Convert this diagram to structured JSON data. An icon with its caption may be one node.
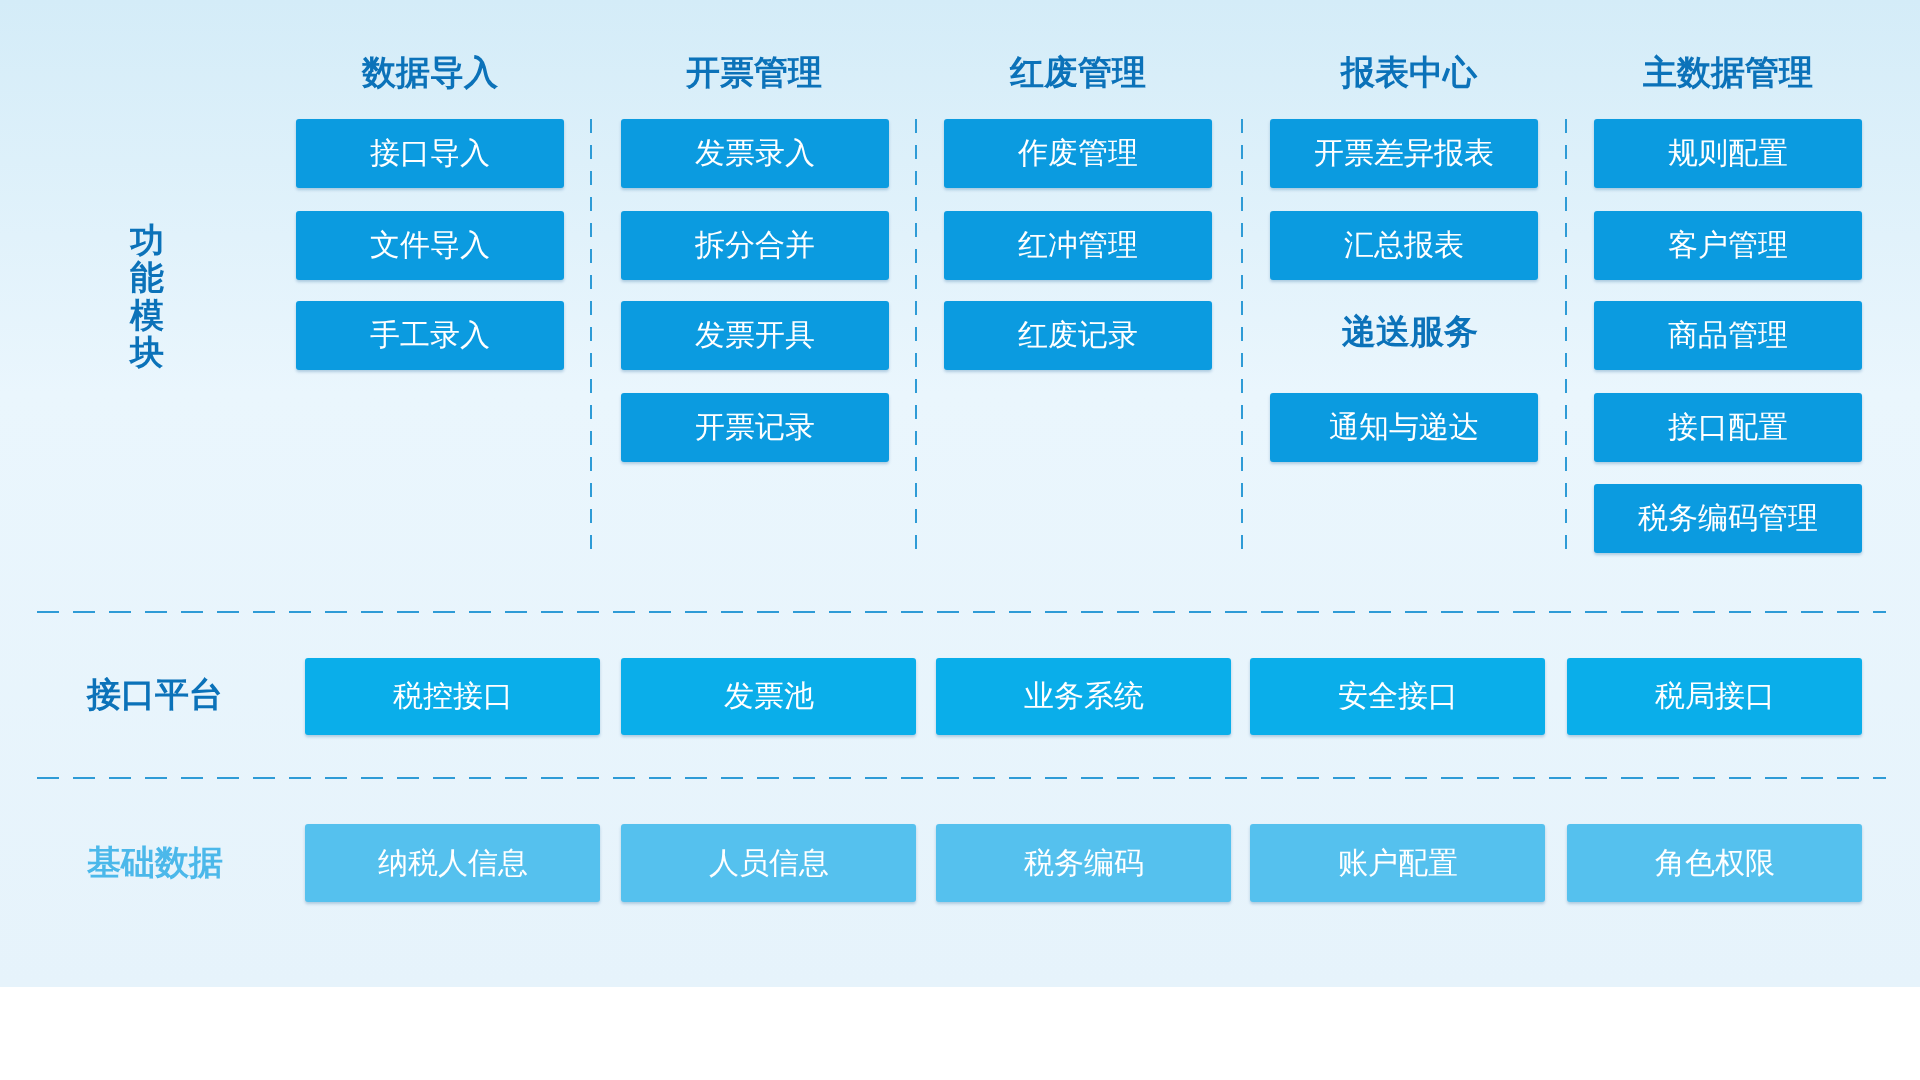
{
  "diagram": {
    "nodes": [
      {
        "text": [
          "接口导入"
        ]
      },
      {
        "text": [
          "文件导入"
        ]
      },
      {
        "text": [
          "手工录入"
        ]
      },
      {
        "text": [
          "发票录入"
        ]
      },
      {
        "text": [
          "拆分合并"
        ]
      },
      {
        "text": [
          "发票开具"
        ]
      },
      {
        "text": [
          "开票记录"
        ]
      },
      {
        "text": [
          "作废管理"
        ]
      },
      {
        "text": [
          "红冲管理"
        ]
      },
      {
        "text": [
          "红废记录"
        ]
      },
      {
        "text": [
          "开票差异报表"
        ]
      },
      {
        "text": [
          "汇总报表"
        ]
      },
      {
        "text": [
          "通知与递达"
        ]
      },
      {
        "text": [
          "规则配置"
        ]
      },
      {
        "text": [
          "客户管理"
        ]
      },
      {
        "text": [
          "商品管理"
        ]
      },
      {
        "text": [
          "接口配置"
        ]
      },
      {
        "text": [
          "税务编码管理"
        ]
      },
      {
        "text": [
          "税控接口"
        ]
      },
      {
        "text": [
          "发票池"
        ]
      },
      {
        "text": [
          "业务系统"
        ]
      },
      {
        "text": [
          "安全接口"
        ]
      },
      {
        "text": [
          "税局接口"
        ]
      },
      {
        "text": [
          "纳税人信息"
        ]
      },
      {
        "text": [
          "人员信息"
        ]
      },
      {
        "text": [
          "税务编码"
        ]
      },
      {
        "text": [
          "账户配置"
        ]
      },
      {
        "text": [
          "角色权限"
        ]
      }
    ],
    "edges": [],
    "labels": [
      "数据导入",
      "开票管理",
      "红废管理",
      "报表中心",
      "主数据管理",
      "功能模块",
      "递送服务",
      "接口平台",
      "基础数据"
    ]
  }
}
